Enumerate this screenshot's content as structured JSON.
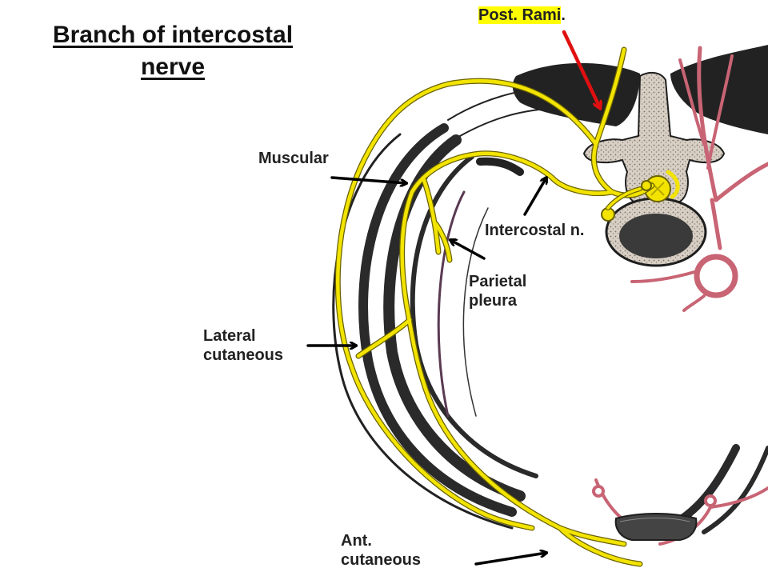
{
  "title": {
    "line1": "Branch of intercostal",
    "line2": "nerve"
  },
  "labels": {
    "post_rami": "Post. Rami",
    "post_rami_suffix": ".",
    "muscular": "Muscular",
    "intercostal": "Intercostal n.",
    "parietal_line1": "Parietal",
    "parietal_line2": "pleura",
    "lateral_line1": "Lateral",
    "lateral_line2": "cutaneous",
    "anterior_line1": "Ant.",
    "anterior_line2": "cutaneous"
  },
  "colors": {
    "nerve": "#f2e400",
    "nerve_outline": "#6a6200",
    "muscle": "#2a2a2a",
    "vessel": "#c86474",
    "bone": "#d8cfc4",
    "bone_outline": "#1e1e1e",
    "red_arrow": "#e01010",
    "black_arrow": "#000000"
  }
}
